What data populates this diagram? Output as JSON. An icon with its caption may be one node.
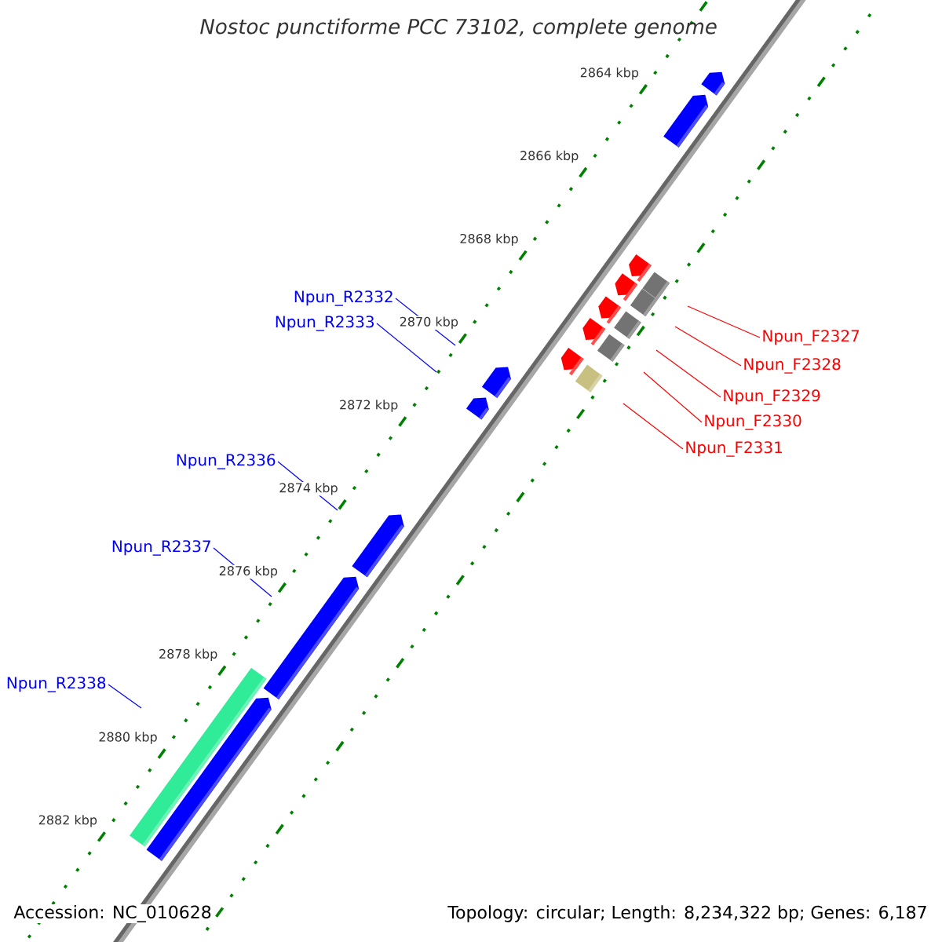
{
  "diagram": {
    "title": "Nostoc punctiforme PCC 73102, complete genome",
    "nodes": [
      {
        "text": [
          "Npun_R2332"
        ]
      },
      {
        "text": [
          "Npun_R2333"
        ]
      },
      {
        "text": [
          "Npun_R2336"
        ]
      },
      {
        "text": [
          "Npun_R2337"
        ]
      },
      {
        "text": [
          "Npun_R2338"
        ]
      },
      {
        "text": [
          "Npun_F2327"
        ]
      },
      {
        "text": [
          "Npun_F2328"
        ]
      },
      {
        "text": [
          "Npun_F2329"
        ]
      },
      {
        "text": [
          "Npun_F2330"
        ]
      },
      {
        "text": [
          "Npun_F2331"
        ]
      }
    ],
    "edges": [
      {
        "from": 0,
        "to": null,
        "arrow": "none",
        "color": "#0000ff"
      },
      {
        "from": 1,
        "to": null,
        "arrow": "none",
        "color": "#0000ff"
      },
      {
        "from": 2,
        "to": null,
        "arrow": "none",
        "color": "#0000ff"
      },
      {
        "from": 3,
        "to": null,
        "arrow": "none",
        "color": "#0000ff"
      },
      {
        "from": 4,
        "to": null,
        "arrow": "none",
        "color": "#0000ff"
      },
      {
        "from": 5,
        "to": null,
        "arrow": "none",
        "color": "#ff0000"
      },
      {
        "from": 6,
        "to": null,
        "arrow": "none",
        "color": "#ff0000"
      },
      {
        "from": 7,
        "to": null,
        "arrow": "none",
        "color": "#ff0000"
      },
      {
        "from": 8,
        "to": null,
        "arrow": "none",
        "color": "#ff0000"
      },
      {
        "from": 9,
        "to": null,
        "arrow": "none",
        "color": "#ff0000"
      }
    ],
    "labels": [
      "2864 kbp",
      "2866 kbp",
      "2868 kbp",
      "2870 kbp",
      "2872 kbp",
      "2874 kbp",
      "2876 kbp",
      "2878 kbp",
      "2880 kbp",
      "2882 kbp",
      "Accession: NC_010628",
      "Topology: circular; Length: 8,234,322 bp; Genes: 6,187"
    ]
  }
}
